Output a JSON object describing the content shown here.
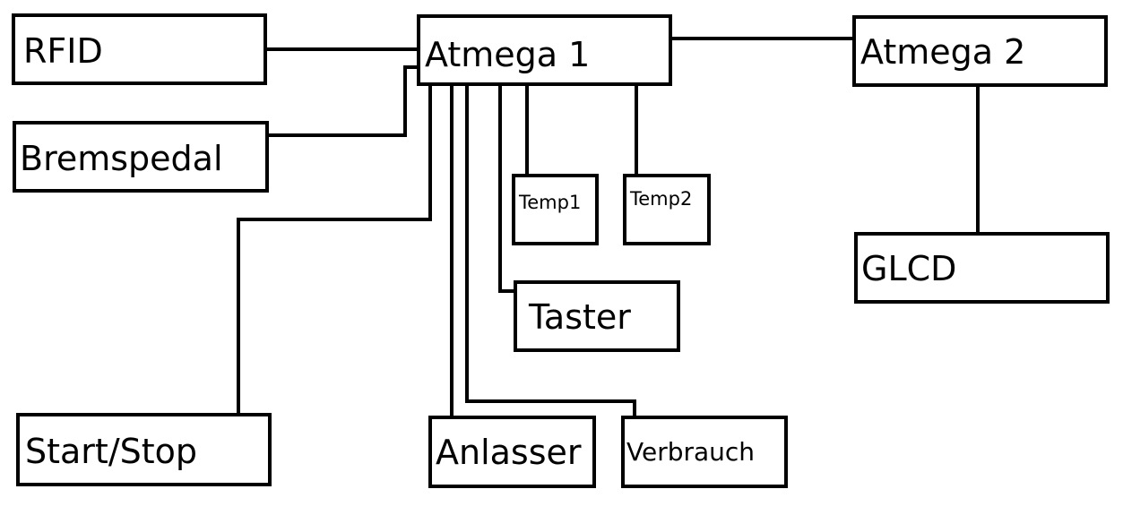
{
  "diagram": {
    "nodes": {
      "rfid": "RFID",
      "atmega1": "Atmega 1",
      "atmega2": "Atmega 2",
      "bremspedal": "Bremspedal",
      "temp1": "Temp1",
      "temp2": "Temp2",
      "glcd": "GLCD",
      "taster": "Taster",
      "start_stop": "Start/Stop",
      "anlasser": "Anlasser",
      "verbrauch": "Verbrauch"
    },
    "connections": [
      [
        "RFID",
        "Atmega 1"
      ],
      [
        "Bremspedal",
        "Atmega 1"
      ],
      [
        "Start/Stop",
        "Atmega 1"
      ],
      [
        "Anlasser",
        "Atmega 1"
      ],
      [
        "Verbrauch",
        "Atmega 1"
      ],
      [
        "Taster",
        "Atmega 1"
      ],
      [
        "Temp1",
        "Atmega 1"
      ],
      [
        "Temp2",
        "Atmega 1"
      ],
      [
        "Atmega 1",
        "Atmega 2"
      ],
      [
        "Atmega 2",
        "GLCD"
      ]
    ],
    "colors": {
      "stroke": "#000000",
      "background": "#ffffff"
    }
  }
}
